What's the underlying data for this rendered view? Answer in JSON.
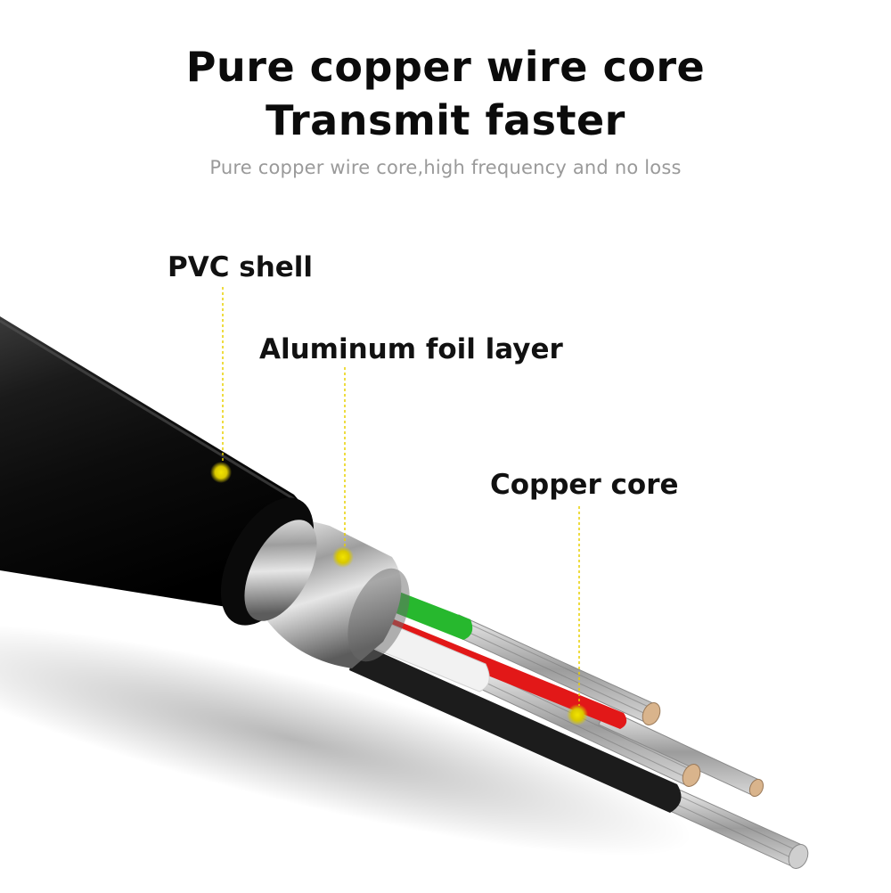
{
  "heading": {
    "line1": "Pure copper wire core",
    "line2": "Transmit faster",
    "subtitle": "Pure copper wire core,high frequency and no loss"
  },
  "callouts": {
    "pvc_shell": "PVC shell",
    "aluminum_foil": "Aluminum foil layer",
    "copper_core": "Copper core"
  },
  "colors": {
    "callout_line": "#e8d000",
    "callout_dot": "#e3d200",
    "jacket": "#141414",
    "foil": "#c9c9c9",
    "wire_green": "#27b82e",
    "wire_white": "#f2f2f2",
    "wire_red": "#e21818",
    "wire_black": "#1c1c1c",
    "copper_strands": "#c8c8c8"
  }
}
